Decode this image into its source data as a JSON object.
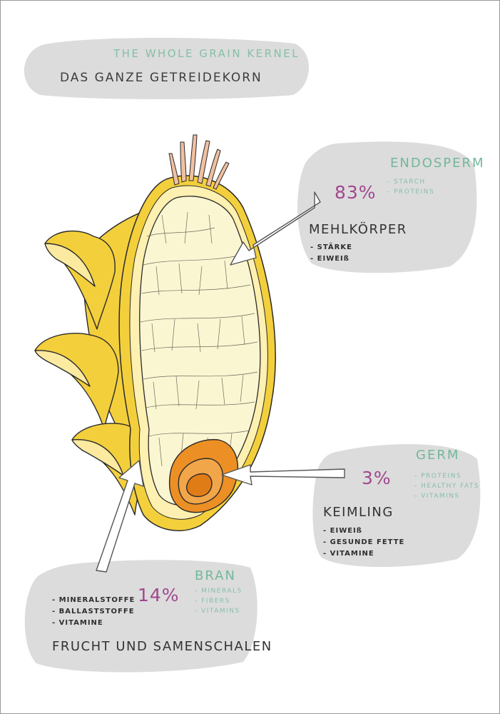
{
  "title": {
    "english": "THE WHOLE GRAIN KERNEL",
    "german": "DAS GANZE GETREIDEKORN"
  },
  "endosperm": {
    "percent": "83%",
    "name_en": "ENDOSPERM",
    "items_en": [
      "STARCH",
      "PROTEINS"
    ],
    "name_de": "MEHLKÖRPER",
    "items_de": [
      "STÄRKE",
      "EIWEIß"
    ]
  },
  "germ": {
    "percent": "3%",
    "name_en": "GERM",
    "items_en": [
      "PROTEINS",
      "HEALTHY FATS",
      "VITAMINS"
    ],
    "name_de": "KEIMLING",
    "items_de": [
      "EIWEIß",
      "GESUNDE FETTE",
      "VITAMINE"
    ]
  },
  "bran": {
    "percent": "14%",
    "name_en": "BRAN",
    "items_en": [
      "MINERALS",
      "FIBERS",
      "VITAMINS"
    ],
    "name_de": "FRUCHT UND SAMENSCHALEN",
    "items_de": [
      "MINERALSTOFFE",
      "BALLASTSTOFFE",
      "VITAMINE"
    ]
  },
  "colors": {
    "bubble": "#dcdcdc",
    "percent": "#a0488f",
    "english_text": "#72b89a",
    "german_text": "#333333",
    "bran_yellow": "#f3cf3c",
    "endosperm_fill": "#fbf6d2",
    "germ_orange": "#ec8f24"
  }
}
